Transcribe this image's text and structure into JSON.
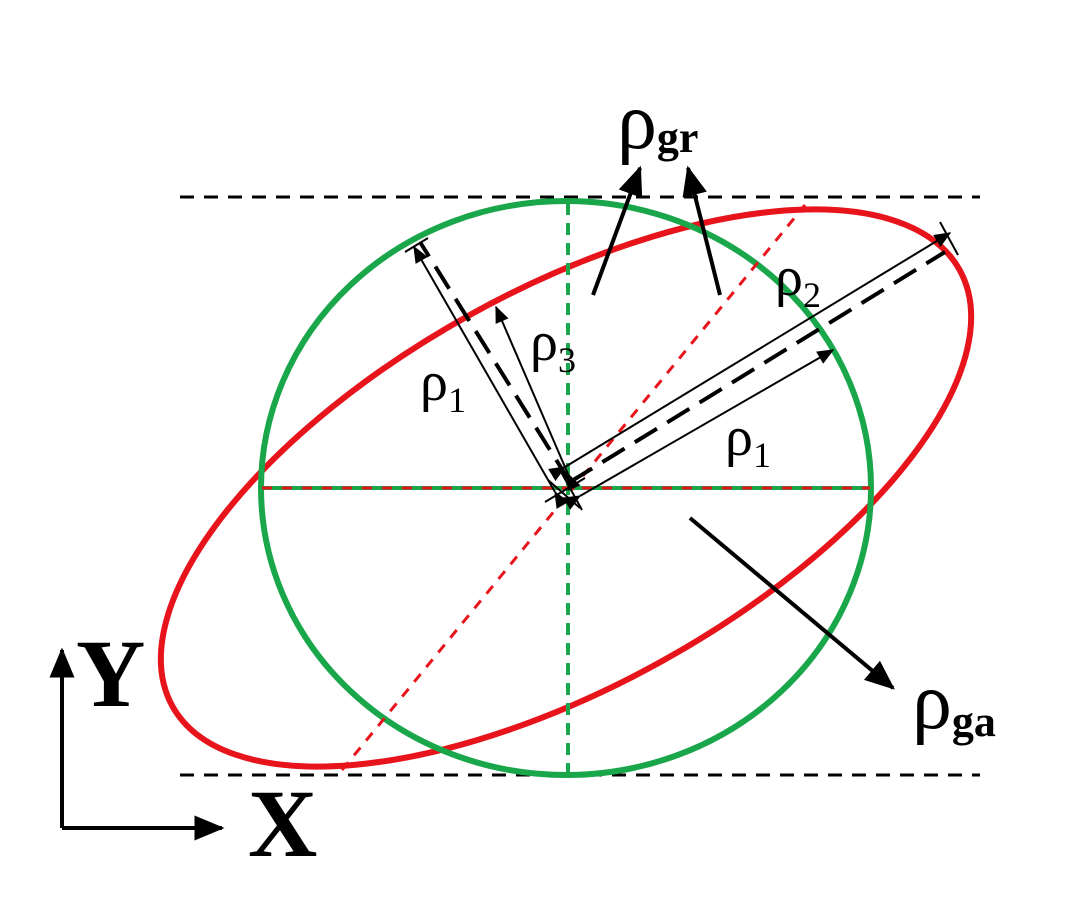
{
  "colors": {
    "ellipse": "#e8141c",
    "circle": "#1aa64a",
    "ink": "#000000"
  },
  "labels": {
    "rho_gr": {
      "symbol": "ρ",
      "sub": "gr"
    },
    "rho_ga": {
      "symbol": "ρ",
      "sub": "ga"
    },
    "rho_1_left": {
      "symbol": "ρ",
      "sub": "1"
    },
    "rho_1_right": {
      "symbol": "ρ",
      "sub": "1"
    },
    "rho_2": {
      "symbol": "ρ",
      "sub": "2"
    },
    "rho_3": {
      "symbol": "ρ",
      "sub": "3"
    }
  },
  "axes": {
    "x": "X",
    "y": "Y"
  }
}
